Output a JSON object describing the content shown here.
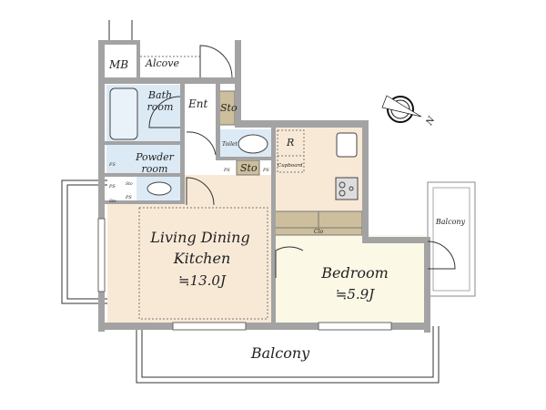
{
  "rooms": {
    "mb": "MB",
    "alcove": "Alcove",
    "bath_line1": "Bath",
    "bath_line2": "room",
    "entrance": "Ent",
    "storage_entrance": "Sto",
    "toilet": "Toilet",
    "refrigerator": "R",
    "cupboard": "Cupboard",
    "powder_line1": "Powder",
    "powder_line2": "room",
    "storage_hall": "Sto",
    "ps_labels": [
      "PS",
      "PS",
      "PS",
      "PS",
      "FS"
    ],
    "sto_small": [
      "Sto",
      "Sto"
    ],
    "ldk_line1": "Living Dining",
    "ldk_line2": "Kitchen",
    "ldk_area": "≒13.0J",
    "closet": "Clo",
    "bedroom": "Bedroom",
    "bedroom_area": "≒5.9J",
    "balcony_main": "Balcony",
    "balcony_side": "Balcony"
  },
  "compass": {
    "north_label": "N"
  },
  "colors": {
    "wall": "#a3a3a3",
    "wet_area": "#dceaf5",
    "living": "#f8e9d7",
    "bedroom": "#fbf8e6",
    "storage": "#cdbf9d"
  }
}
